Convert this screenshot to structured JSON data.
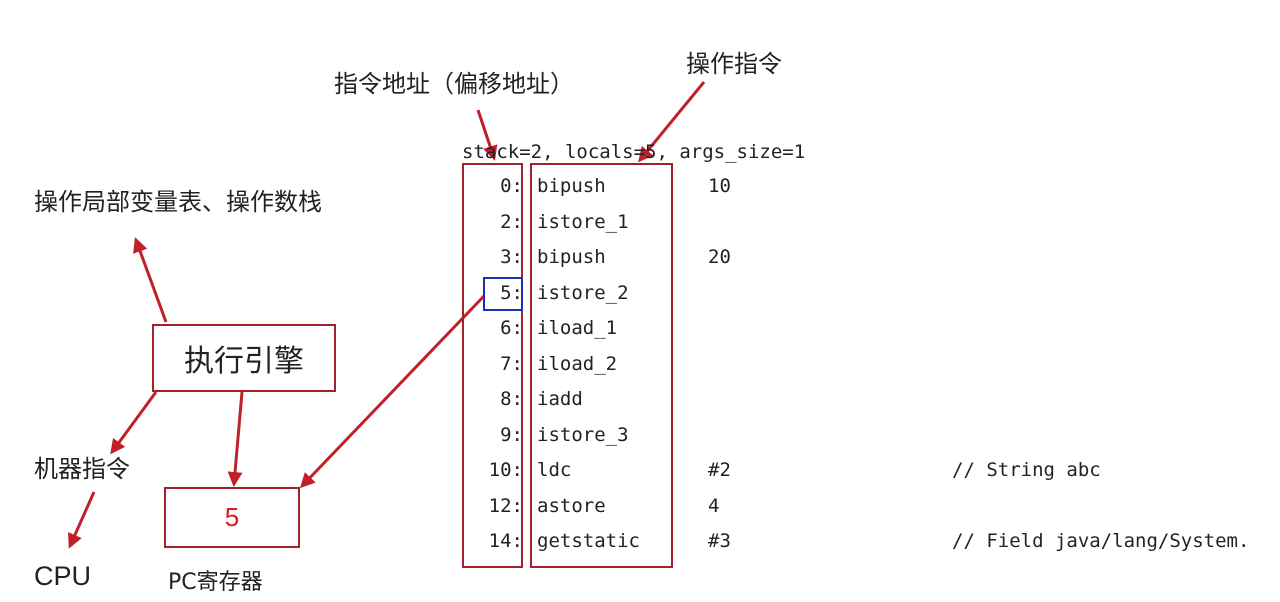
{
  "labels": {
    "instruction_address": "指令地址（偏移地址）",
    "operation_instruction": "操作指令",
    "stack_table": "操作局部变量表、操作数栈",
    "execution_engine": "执行引擎",
    "machine_instruction": "机器指令",
    "cpu": "CPU",
    "pc_register": "PC寄存器",
    "pc_value": "5"
  },
  "header_line": "stack=2, locals=5, args_size=1",
  "instructions": [
    {
      "addr": "0:",
      "op": "bipush",
      "arg": "10",
      "comment": ""
    },
    {
      "addr": "2:",
      "op": "istore_1",
      "arg": "",
      "comment": ""
    },
    {
      "addr": "3:",
      "op": "bipush",
      "arg": "20",
      "comment": ""
    },
    {
      "addr": "5:",
      "op": "istore_2",
      "arg": "",
      "comment": ""
    },
    {
      "addr": "6:",
      "op": "iload_1",
      "arg": "",
      "comment": ""
    },
    {
      "addr": "7:",
      "op": "iload_2",
      "arg": "",
      "comment": ""
    },
    {
      "addr": "8:",
      "op": "iadd",
      "arg": "",
      "comment": ""
    },
    {
      "addr": "9:",
      "op": "istore_3",
      "arg": "",
      "comment": ""
    },
    {
      "addr": "10:",
      "op": "ldc",
      "arg": "#2",
      "comment": "// String abc"
    },
    {
      "addr": "12:",
      "op": "astore",
      "arg": "4",
      "comment": ""
    },
    {
      "addr": "14:",
      "op": "getstatic",
      "arg": "#3",
      "comment": "// Field java/lang/System."
    }
  ],
  "colors": {
    "box_border": "#a2222f",
    "arrow": "#c0202a",
    "highlight": "#1b2fb5",
    "pc_value": "#e01a22"
  }
}
